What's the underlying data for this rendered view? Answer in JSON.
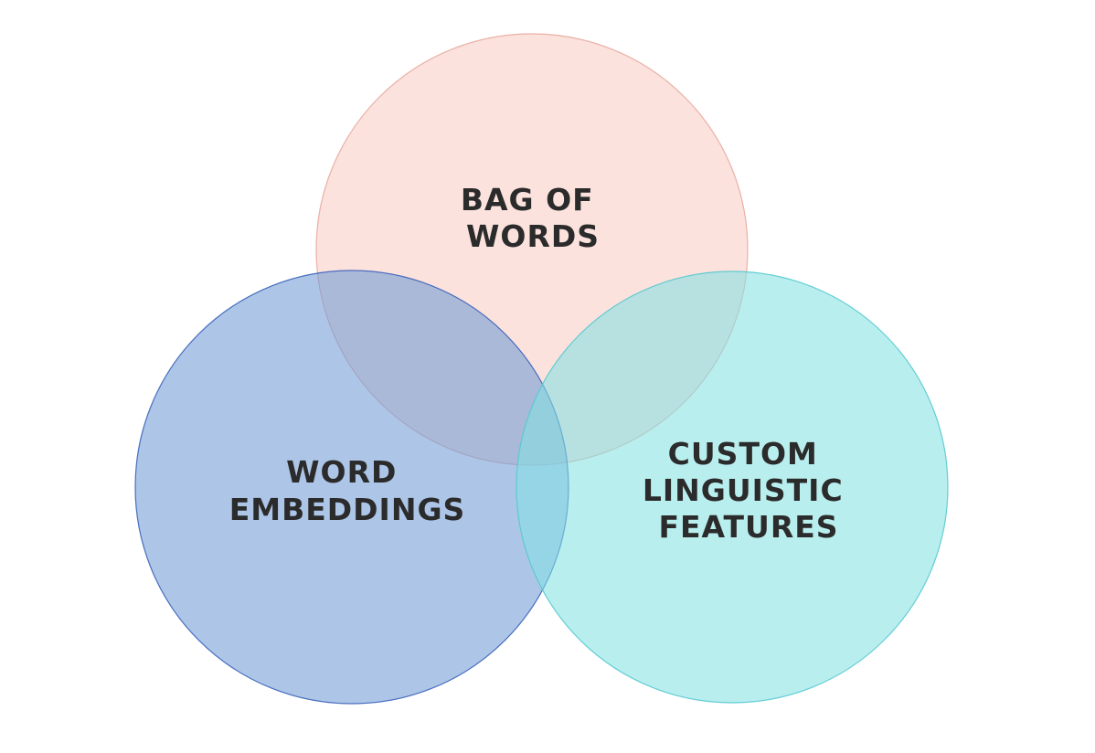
{
  "diagram": {
    "type": "venn",
    "sets": [
      {
        "id": "bag-of-words",
        "label_lines": [
          "BAG OF",
          "WORDS"
        ],
        "fill": "#f9cfc7",
        "stroke": "#e8aaa0"
      },
      {
        "id": "word-embeddings",
        "label_lines": [
          "WORD",
          "EMBEDDINGS"
        ],
        "fill": "#6c9ad6",
        "stroke": "#3a62b8"
      },
      {
        "id": "custom-linguistic-features",
        "label_lines": [
          "CUSTOM",
          "LINGUISTIC",
          "FEATURES"
        ],
        "fill": "#83e0e2",
        "stroke": "#56c9d0"
      }
    ]
  }
}
